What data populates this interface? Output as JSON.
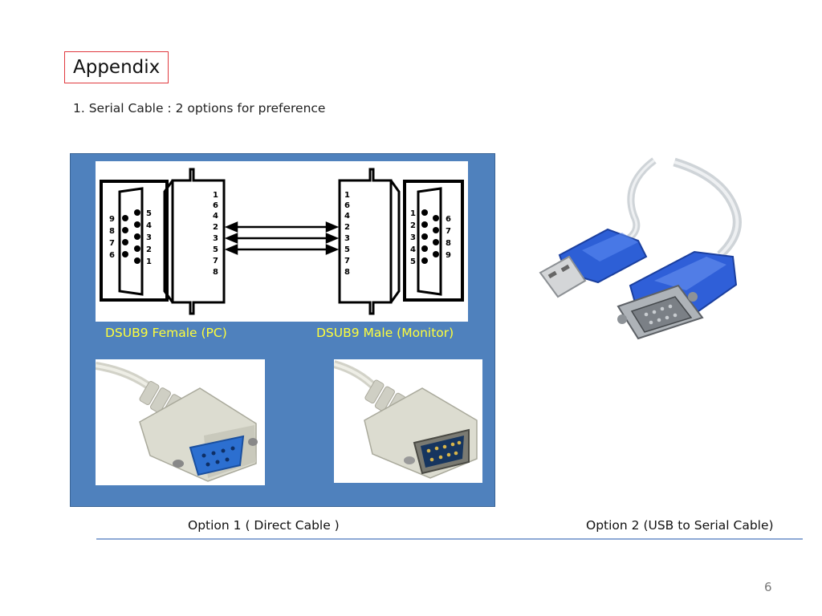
{
  "slide": {
    "title": "Appendix",
    "subtitle": "1. Serial Cable : 2 options for preference",
    "female_label": "DSUB9 Female (PC)",
    "male_label": "DSUB9 Male (Monitor)",
    "option1_label": "Option 1 ( Direct Cable )",
    "option2_label": "Option 2 (USB to Serial Cable)",
    "page_number": "6"
  },
  "diagram": {
    "female_face_pins": [
      "5",
      "4",
      "3",
      "2",
      "1"
    ],
    "female_face_pins_left": [
      "9",
      "8",
      "7",
      "6"
    ],
    "female_wire_pins": [
      "1",
      "6",
      "4",
      "2",
      "3",
      "5",
      "7",
      "8"
    ],
    "male_wire_pins": [
      "1",
      "6",
      "4",
      "2",
      "3",
      "5",
      "7",
      "8"
    ],
    "male_face_pins": [
      "1",
      "2",
      "3",
      "4",
      "5"
    ],
    "male_face_pins_right": [
      "6",
      "7",
      "8",
      "9"
    ]
  },
  "colors": {
    "panel_blue": "#4f81bd",
    "label_yellow": "#ffff3a",
    "title_border": "#e0393e",
    "divider": "#8eaad5"
  }
}
